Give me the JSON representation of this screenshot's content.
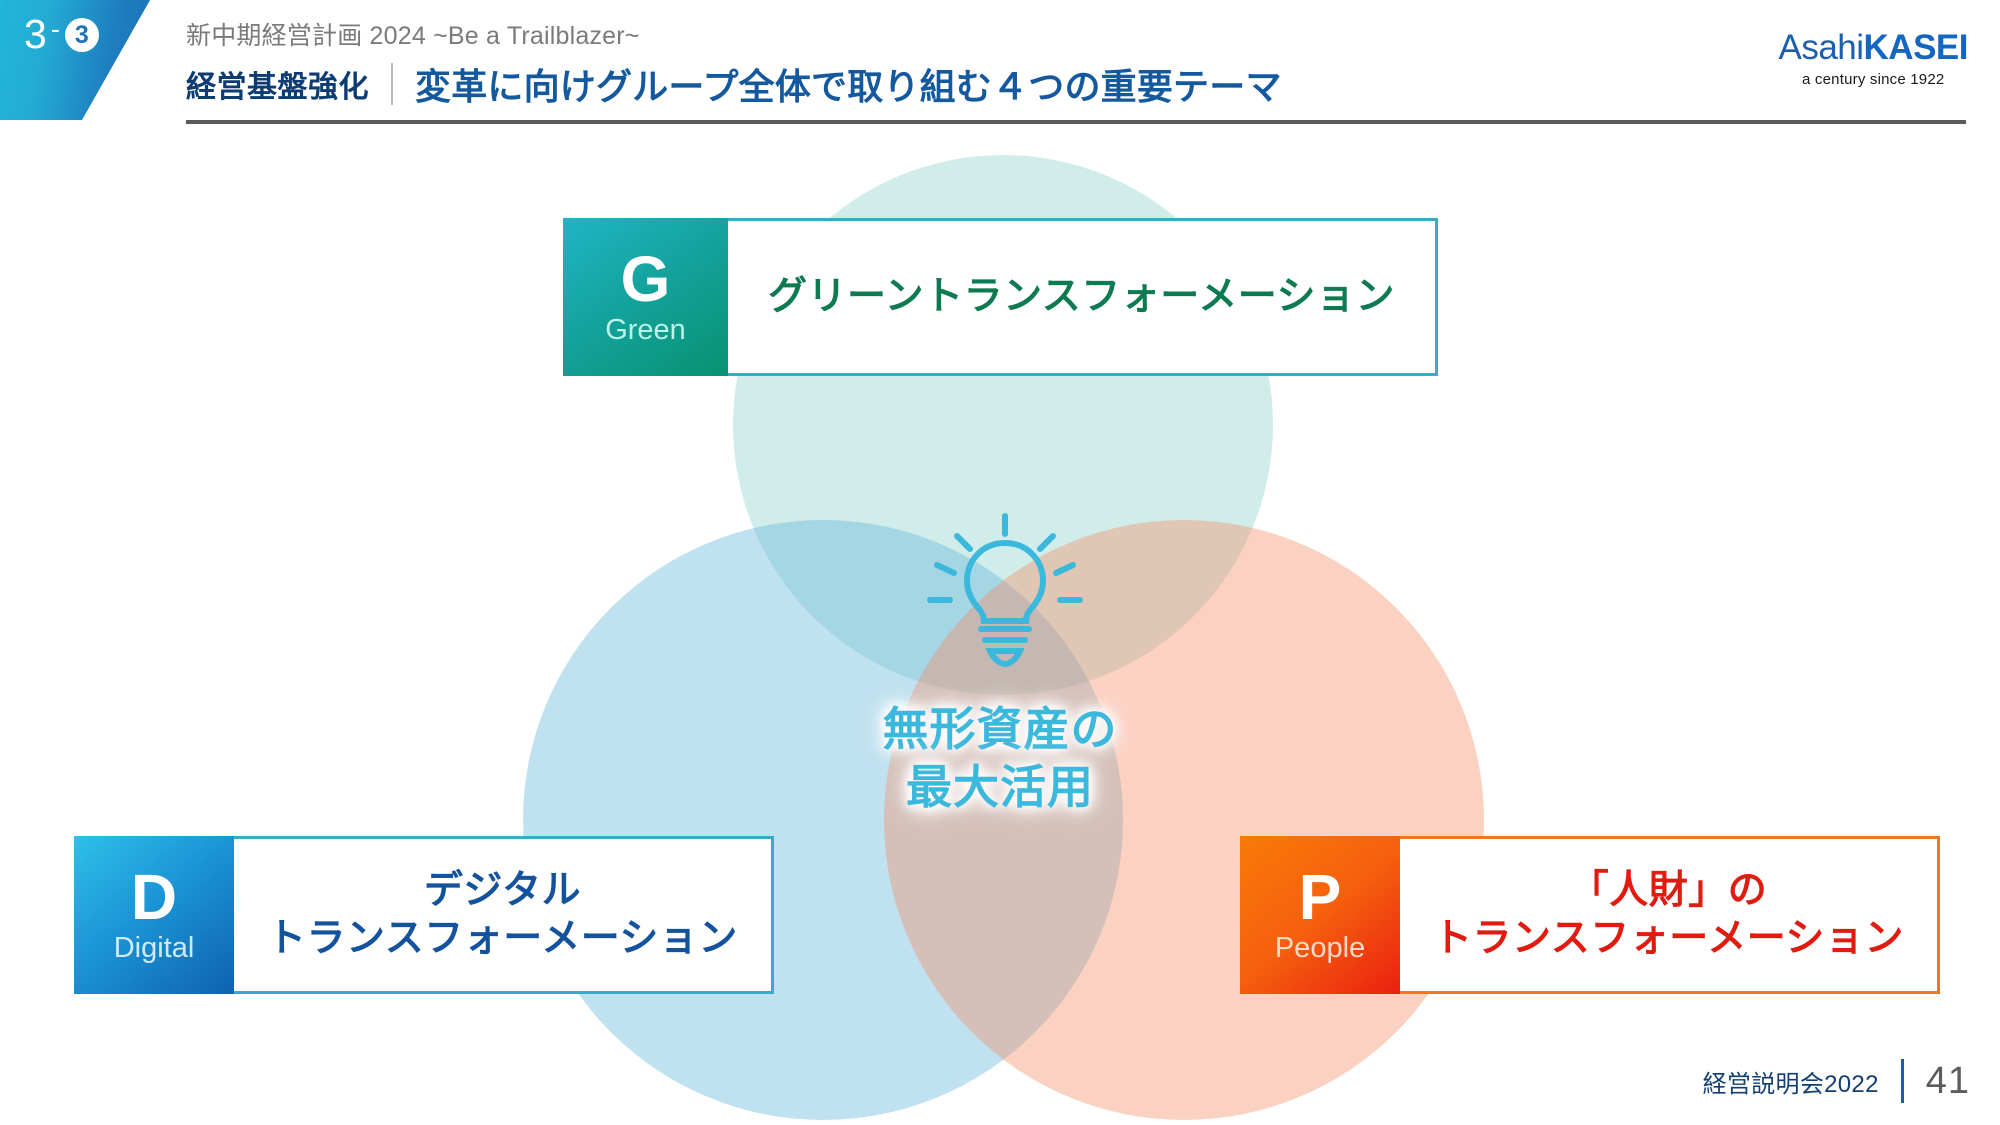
{
  "header": {
    "section_number": "3",
    "section_dash": "-",
    "section_sub": "3",
    "subtitle": "新中期経営計画 2024 ~Be a Trailblazer~",
    "category": "経営基盤強化",
    "title": "変革に向けグループ全体で取り組む４つの重要テーマ"
  },
  "logo": {
    "brand_light": "Asahi",
    "brand_bold": "KASEI",
    "tagline": "a century since 1922"
  },
  "center": {
    "line1": "無形資産の",
    "line2": "最大活用",
    "icon": "lightbulb-icon",
    "color": "#3cb8dd"
  },
  "venn": {
    "circles": [
      {
        "name": "green-circle",
        "color": "#66c4b9"
      },
      {
        "name": "blue-circle",
        "color": "#6ab8db"
      },
      {
        "name": "orange-circle",
        "color": "#f48c66"
      }
    ]
  },
  "themes": [
    {
      "key": "green",
      "letter": "G",
      "word": "Green",
      "label": "グリーントランスフォーメーション",
      "badge_color": "#079271",
      "text_color": "#0e7a51",
      "border_color": "#3ba9c9"
    },
    {
      "key": "digital",
      "letter": "D",
      "word": "Digital",
      "label_line1": "デジタル",
      "label_line2": "トランスフォーメーション",
      "badge_color": "#0f62b0",
      "text_color": "#13529c",
      "border_color": "#3ba9c9"
    },
    {
      "key": "people",
      "letter": "P",
      "word": "People",
      "label_line1": "「人財」の",
      "label_line2": "トランスフォーメーション",
      "badge_color": "#ea2010",
      "text_color": "#e01b10",
      "border_color": "#ef7724"
    }
  ],
  "footer": {
    "label": "経営説明会2022",
    "page": "41"
  }
}
